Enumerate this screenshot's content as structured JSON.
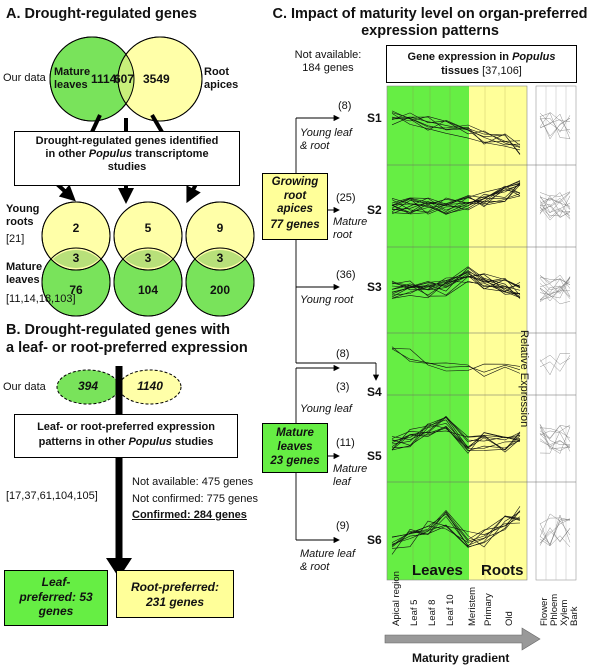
{
  "colors": {
    "green": "#79e35b",
    "green_light": "#b8ef9e",
    "yellow": "#ffffa8",
    "yellow_dark": "#f3f08a",
    "strip_green": "#66ee44",
    "strip_yellow": "#ffff99"
  },
  "panelA": {
    "title": "A. Drought-regulated genes",
    "our_data": "Our data",
    "mature_leaves": "Mature leaves",
    "root_apices": "Root apices",
    "n_left": "1114",
    "n_mid": "607",
    "n_right": "3549",
    "box_line1": "Drought-regulated genes identified",
    "box_line2a": "in other ",
    "box_line2b": "Populus",
    "box_line2c": " transcriptome",
    "box_line3": "studies",
    "young_roots": "Young roots",
    "young_roots_ref": "[21]",
    "mature_leaves2": "Mature leaves",
    "mature_leaves_ref": "[11,14,18,103]",
    "v1_top": "2",
    "v1_mid": "3",
    "v1_bot": "76",
    "v2_top": "5",
    "v2_mid": "3",
    "v2_bot": "104",
    "v3_top": "9",
    "v3_mid": "3",
    "v3_bot": "200"
  },
  "panelB": {
    "title_line1": "B. Drought-regulated genes with",
    "title_line2": "a leaf- or root-preferred expression",
    "our_data": "Our data",
    "n_leaf": "394",
    "n_root": "1140",
    "box_line1": "Leaf- or root-preferred expression",
    "box_line2a": "patterns in other ",
    "box_line2b": "Populus",
    "box_line2c": " studies",
    "refs": "[17,37,61,104,105]",
    "not_available": "Not available: 475 genes",
    "not_confirmed": "Not confirmed: 775 genes",
    "confirmed": "Confirmed: 284 genes",
    "leaf_pref_a": "Leaf-",
    "leaf_pref_b": "preferred: 53",
    "leaf_pref_c": "genes",
    "root_pref_a": "Root-preferred:",
    "root_pref_b": "231 genes"
  },
  "panelC": {
    "title_line1": "C. Impact of maturity level on organ-preferred",
    "title_line2": "expression patterns",
    "not_available_a": "Not available:",
    "not_available_b": "184 genes",
    "expr_box_a": "Gene expression in ",
    "expr_box_b": "Populus",
    "expr_box_c": "tissues",
    "expr_box_d": "[37,106]",
    "growing_a": "Growing",
    "growing_b": "root",
    "growing_c": "apices",
    "growing_d": "77 genes",
    "mature_a": "Mature",
    "mature_b": "leaves",
    "mature_c": "23 genes",
    "clusters": [
      {
        "name": "S1",
        "count": "(8)",
        "desc_a": "Young leaf",
        "desc_b": "& root"
      },
      {
        "name": "S2",
        "count": "(25)",
        "desc_a": "Mature",
        "desc_b": "root"
      },
      {
        "name": "S3",
        "count": "(36)",
        "desc_a": "Young root",
        "desc_b": ""
      },
      {
        "name": "S4",
        "count": "(3)",
        "desc_a": "Young leaf",
        "desc_b": ""
      },
      {
        "name": "S5",
        "count": "(11)",
        "desc_a": "Mature",
        "desc_b": "leaf"
      },
      {
        "name": "S6",
        "count": "(9)",
        "desc_a": "Mature leaf",
        "desc_b": "& root"
      }
    ],
    "s4_extra": "(8)",
    "leaves_label": "Leaves",
    "roots_label": "Roots",
    "relative_expression": "Relative Expression",
    "tissues": [
      "Apical region",
      "Leaf 5",
      "Leaf 8",
      "Leaf 10",
      "Meristem",
      "Primary",
      "Old"
    ],
    "tissues2": [
      "Flower",
      "Phloem",
      "Xylem",
      "Bark"
    ],
    "maturity_gradient": "Maturity gradient"
  }
}
